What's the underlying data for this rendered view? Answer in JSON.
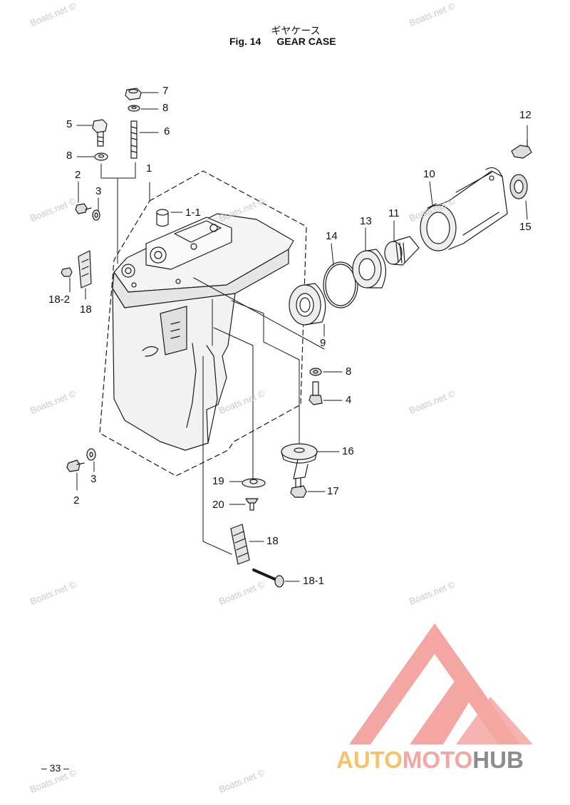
{
  "header": {
    "title_jp": "ギヤケース",
    "fig_label": "Fig. 14",
    "fig_title": "GEAR CASE"
  },
  "callouts": {
    "c7": "7",
    "c8a": "8",
    "c5": "5",
    "c6": "6",
    "c8b": "8",
    "c2a": "2",
    "c3a": "3",
    "c1": "1",
    "c1_1": "1-1",
    "c12": "12",
    "c10": "10",
    "c11": "11",
    "c13": "13",
    "c14": "14",
    "c15": "15",
    "c18_2": "18-2",
    "c18a": "18",
    "c9": "9",
    "c8c": "8",
    "c4": "4",
    "c16": "16",
    "c17": "17",
    "c19": "19",
    "c20": "20",
    "c2b": "2",
    "c3b": "3",
    "c18b": "18",
    "c18_1": "18-1"
  },
  "watermark": {
    "text": "Boats.net ©"
  },
  "footer": {
    "page_number": "– 33 –"
  },
  "logo": {
    "part1": "AUTO",
    "part2": "MOTO",
    "part3": "HUB"
  },
  "colors": {
    "logo_red": "#f4a7a2",
    "logo_orange": "#f7c26a",
    "logo_gray": "#8c8c8c",
    "line": "#1a1a1a"
  }
}
